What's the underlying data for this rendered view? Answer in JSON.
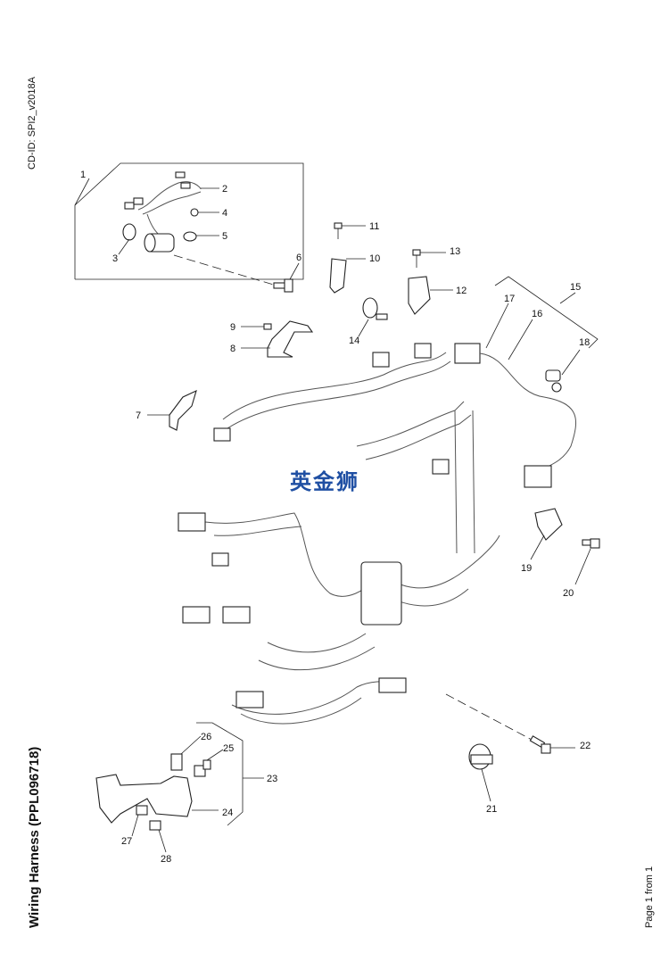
{
  "header": {
    "cd_id": "CD-ID: SPI2_v2018A"
  },
  "footer": {
    "title": "Wiring Harness (PPL096718)",
    "page": "Page 1 from 1"
  },
  "watermark": {
    "text": "英金狮",
    "color": "#1f4fa3"
  },
  "callouts": [
    "1",
    "2",
    "3",
    "4",
    "5",
    "6",
    "7",
    "8",
    "9",
    "10",
    "11",
    "12",
    "13",
    "14",
    "15",
    "16",
    "17",
    "18",
    "19",
    "20",
    "21",
    "22",
    "23",
    "24",
    "25",
    "26",
    "27",
    "28"
  ]
}
